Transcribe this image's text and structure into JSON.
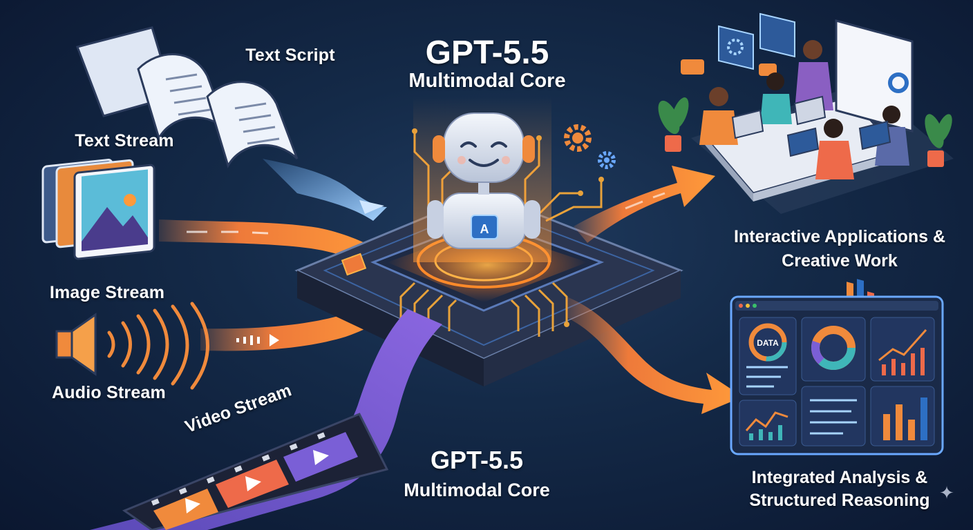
{
  "diagram": {
    "top_title": "GPT-5.5",
    "top_subtitle": "Multimodal Core",
    "bottom_title": "GPT-5.5",
    "bottom_subtitle": "Multimodal Core",
    "chip_badge": "A",
    "inputs": {
      "text_script": "Text Script",
      "text_stream": "Text Stream",
      "image_stream": "Image Stream",
      "audio_stream": "Audio Stream",
      "video_stream": "Video Stream"
    },
    "outputs": {
      "interactive_apps": "Interactive Applications & Creative Work",
      "integrated_analysis": "Integrated Analysis & Structured Reasoning"
    },
    "dashboard_tile_label": "DATA"
  },
  "colors": {
    "background": "#142a48",
    "stream_orange": "#f08a3c",
    "stream_purple": "#7a5fd6",
    "chip_glow": "#ff8a2a",
    "circuit_gold": "#e8a23a",
    "panel_border": "#6aa8ff"
  },
  "icons": [
    "document-icon",
    "image-icon",
    "speaker-icon",
    "film-strip-icon",
    "robot-icon",
    "gear-icon",
    "dashboard-icon",
    "sparkle-icon"
  ]
}
